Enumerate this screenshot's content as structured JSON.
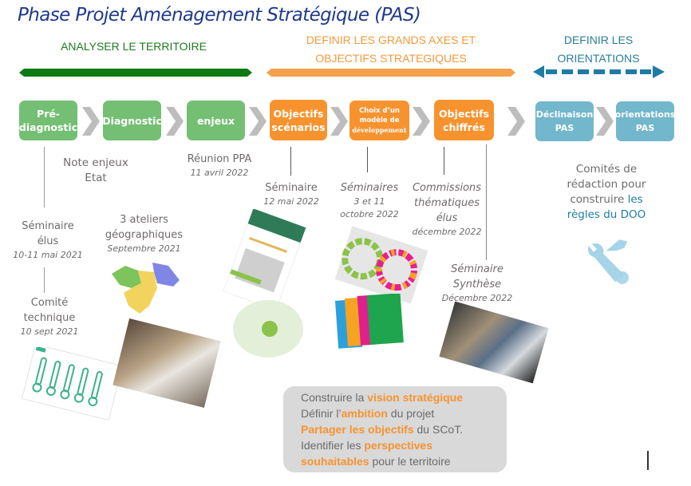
{
  "title": "Phase Projet Aménagement Stratégique (PAS)",
  "phases": [
    {
      "label": "ANALYSER LE TERRITOIRE",
      "color": "#1f7a1f"
    },
    {
      "label_line1": "DEFINIR LES GRANDS AXES ET",
      "label_line2": "OBJECTIFS STRATEGIQUES",
      "color": "#f39a3a"
    },
    {
      "label_line1": "DEFINIR LES",
      "label_line2": "ORIENTATIONS",
      "color": "#2a7d99"
    }
  ],
  "colors": {
    "green": "#74bf73",
    "orange": "#f7932f",
    "blue": "#72b7cc",
    "chevron": "#bdbdbd"
  },
  "steps": [
    {
      "line1": "Pré-",
      "line2": "diagnostic"
    },
    {
      "line1": "Diagnostic"
    },
    {
      "line1": "enjeux"
    },
    {
      "line1": "Objectifs",
      "line2": "scénarios"
    },
    {
      "line1": "Choix d’un",
      "line2": "modèle de",
      "line3": "développement"
    },
    {
      "line1": "Objectifs",
      "line2": "chiffrés"
    },
    {
      "line1": "Déclinaison",
      "line2": "PAS"
    },
    {
      "line1": "orientations",
      "line2": "PAS"
    }
  ],
  "notes": {
    "note_enjeux": {
      "line1": "Note enjeux",
      "line2": "Etat"
    },
    "reunion_ppa": {
      "label": "Réunion PPA",
      "date": "11 avril 2022"
    },
    "seminaire_elus": {
      "line1": "Séminaire",
      "line2": "élus",
      "date": "10-11 mai 2021"
    },
    "ateliers": {
      "line1": "3 ateliers",
      "line2": "géographiques",
      "date": "Septembre 2021"
    },
    "comite_technique": {
      "line1": "Comité",
      "line2": "technique",
      "date": "10 sept 2021"
    },
    "seminaire_mai": {
      "label": "Séminaire",
      "date": "12 mai 2022"
    },
    "seminaires_octobre": {
      "label": "Séminaires",
      "date1": "3 et 11",
      "date2": "octobre 2022"
    },
    "commissions": {
      "line1": "Commissions",
      "line2": "thématiques",
      "line3": "élus",
      "date": "décembre 2022"
    },
    "seminaire_synthese": {
      "line1": "Séminaire",
      "line2": "Synthèse",
      "date": "Décembre 2022"
    },
    "comites_redaction": {
      "line1": "Comités de",
      "line2": "rédaction pour",
      "line3a": "construire ",
      "line3b": "les",
      "line4": "règles du DOO"
    }
  },
  "summary": {
    "l1a": "Construire la ",
    "l1b": "vision stratégique",
    "l2a": "Définir l’",
    "l2b": "ambition",
    "l2c": " du projet",
    "l3a": "Partager les objectifs",
    "l3b": " du SCoT.",
    "l4a": "Identifier les ",
    "l4b": "perspectives",
    "l5a": "souhaitables",
    "l5b": " pour le territoire"
  },
  "icons": {
    "tools": "wrench-hammer-icon"
  }
}
